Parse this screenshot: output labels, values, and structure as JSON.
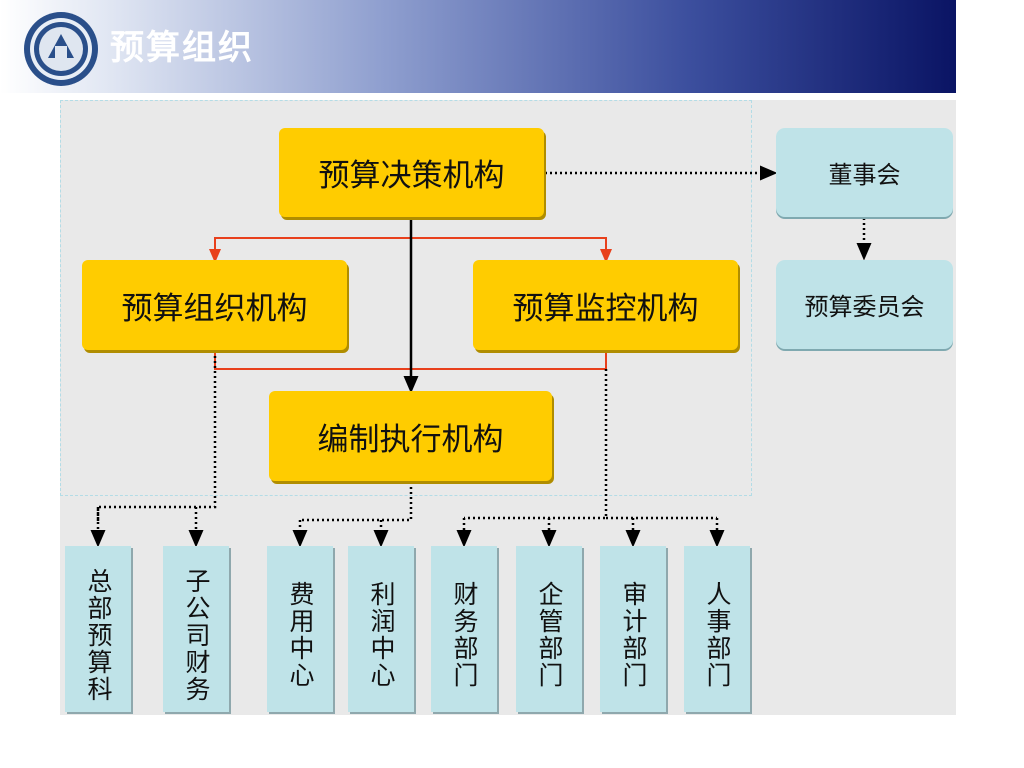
{
  "header": {
    "title": "预算组织",
    "logo_icon": "university-seal-icon"
  },
  "nodes": {
    "decision": "预算决策机构",
    "organize": "预算组织机构",
    "monitor": "预算监控机构",
    "execute": "编制执行机构",
    "board": "董事会",
    "committee": "预算委员会"
  },
  "departments": [
    "总部预算科",
    "子公司财务",
    "费用中心",
    "利润中心",
    "财务部门",
    "企管部门",
    "审计部门",
    "人事部门"
  ],
  "colors": {
    "gold": "#ffcc00",
    "teal": "#bfe3e8",
    "red_connector": "#e8401c",
    "header_dark": "#0a1464"
  }
}
